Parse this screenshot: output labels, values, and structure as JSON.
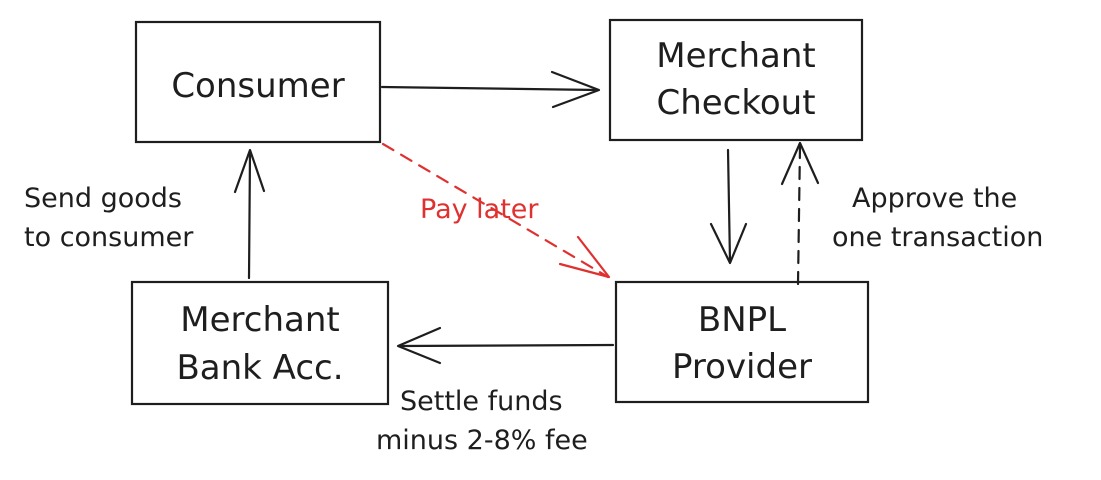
{
  "nodes": {
    "consumer": {
      "lines": [
        "Consumer"
      ]
    },
    "checkout": {
      "lines": [
        "Merchant",
        "Checkout"
      ]
    },
    "bank": {
      "lines": [
        "Merchant",
        "Bank Acc."
      ]
    },
    "bnpl": {
      "lines": [
        "BNPL",
        "Provider"
      ]
    }
  },
  "edges": {
    "consumer_to_checkout": {
      "label": ""
    },
    "checkout_to_bnpl": {
      "label": ""
    },
    "bnpl_to_checkout": {
      "lines": [
        "Approve the",
        "one transaction"
      ]
    },
    "bnpl_to_bank": {
      "lines": [
        "Settle funds",
        "minus 2-8% fee"
      ]
    },
    "bank_to_consumer": {
      "lines": [
        "Send goods",
        "to consumer"
      ]
    },
    "consumer_to_bnpl": {
      "lines": [
        "Pay later"
      ]
    }
  },
  "colors": {
    "stroke": "#1e1e1e",
    "accent": "#e03131",
    "background": "#ffffff"
  }
}
